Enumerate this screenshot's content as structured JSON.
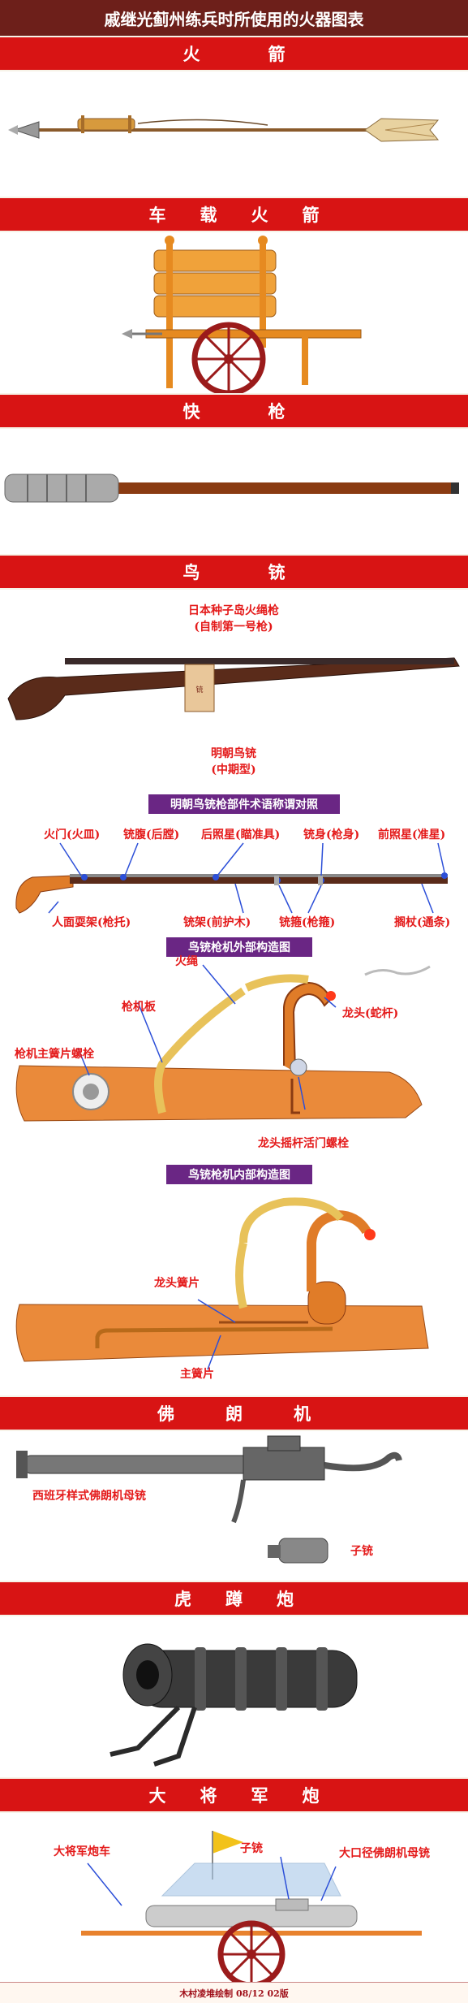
{
  "page": {
    "title": "戚继光蓟州练兵时所使用的火器图表"
  },
  "sections": {
    "huojian": {
      "title": "火　　　　箭"
    },
    "chezai": {
      "title": "车　　载　　火　　箭"
    },
    "kuaiqiang": {
      "title": "快　　　　枪"
    },
    "niaochong": {
      "title": "鸟　　　　铳"
    },
    "folangji": {
      "title": "佛　　　朗　　　机"
    },
    "hudun": {
      "title": "虎　　蹲　　炮"
    },
    "dajiang": {
      "title": "大　　将　　军　　炮"
    }
  },
  "niaochong": {
    "japan_label_line1": "日本种子岛火绳枪",
    "japan_label_line2": "(自制第一号枪)",
    "ming_label_line1": "明朝鸟铳",
    "ming_label_line2": "(中期型)",
    "terms_title": "明朝鸟铳枪部件术语称谓对照",
    "parts": {
      "huomen": "火门(火皿)",
      "chongfu": "铳腹(后膛)",
      "houzhaoxing": "后照星(瞄准具)",
      "chongshen": "铳身(枪身)",
      "qianzhaoxing": "前照星(准星)",
      "renmian": "人面耍架(枪托)",
      "chongjia": "铳架(前护木)",
      "chonggu": "铳箍(枪箍)",
      "lanzhang": "搁杖(通条)"
    },
    "external_title": "鸟铳枪机外部构造图",
    "external": {
      "huosheng": "火绳",
      "qiangjiban": "枪机板",
      "zhuhuang": "枪机主簧片螺栓",
      "longtou": "龙头(蛇杆)",
      "yaogan": "龙头摇杆活门螺栓"
    },
    "internal_title": "鸟铳枪机内部构造图",
    "internal": {
      "longtouhuang": "龙头簧片",
      "zhuhuangpian": "主簧片"
    }
  },
  "folangji": {
    "mother_label": "西班牙样式佛朗机母铳",
    "child_label": "子铳"
  },
  "dajiang": {
    "cart_label": "大将军炮车",
    "child_label": "子铳",
    "big_label": "大口径佛朗机母铳"
  },
  "footer": {
    "credit": "木村凌堆绘制 08/12 02版"
  },
  "colors": {
    "band_red": "#d81414",
    "title_maroon": "#6d1f1a",
    "subtitle_purple": "#6a2684",
    "label_red": "#e41a1a",
    "wood_orange": "#e8822e"
  }
}
